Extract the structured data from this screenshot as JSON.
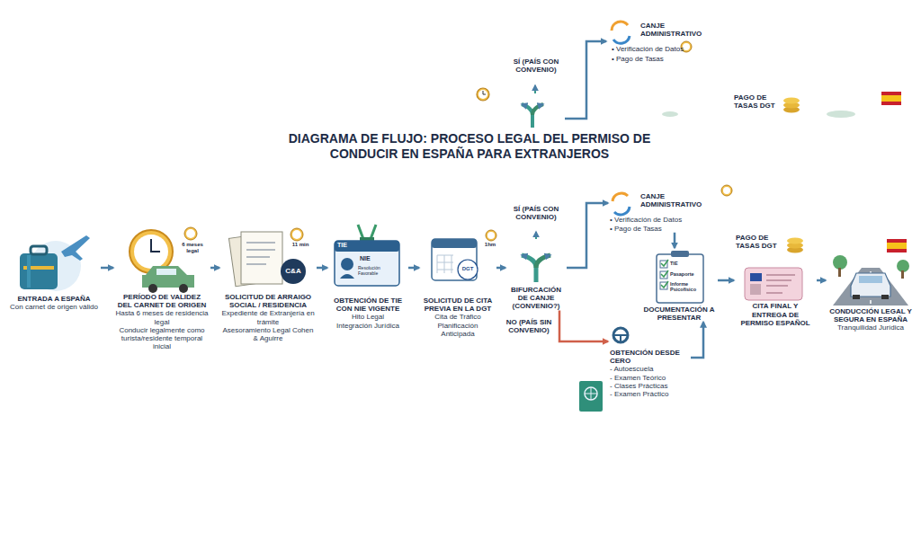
{
  "diagram": {
    "title": "DIAGRAMA DE FLUJO: PROCESO LEGAL DEL PERMISO DE CONDUCIR EN ESPAÑA PARA EXTRANJEROS",
    "nodes": [
      {
        "text": [
          "ENTRADA A ESPAÑA",
          "Con carnet de origen válido"
        ]
      },
      {
        "text": [
          "PERÍODO DE VALIDEZ DEL CARNET DE ORIGEN",
          "Hasta 6 meses de residencia legal",
          "Conducir legalmente como turista/residente temporal inicial"
        ]
      },
      {
        "text": [
          "SOLICITUD DE ARRAIGO SOCIAL / RESIDENCIA",
          "Expediente de Extranjería en trámite",
          "Asesoramiento Legal Cohen & Aguirre"
        ]
      },
      {
        "text": [
          "OBTENCIÓN DE TIE CON NIE VIGENTE",
          "Hito Legal",
          "Integración Jurídica"
        ]
      },
      {
        "text": [
          "SOLICITUD DE CITA PREVIA EN LA DGT",
          "Cita de Tráfico",
          "Planificación Anticipada"
        ]
      },
      {
        "text": [
          "BIFURCACIÓN DE CANJE (CONVENIO?)"
        ]
      },
      {
        "text": [
          "CANJE ADMINISTRATIVO",
          "• Verificación de Datos",
          "• Pago de Tasas"
        ]
      },
      {
        "text": [
          "OBTENCIÓN DESDE CERO",
          "- Autoescuela",
          "- Examen Teórico",
          "- Clases Prácticas",
          "- Examen Práctico"
        ]
      },
      {
        "text": [
          "DOCUMENTACIÓN A PRESENTAR"
        ]
      },
      {
        "text": [
          "PAGO DE TASAS DGT",
          "CITA FINAL Y ENTREGA DE PERMISO ESPAÑOL"
        ]
      },
      {
        "text": [
          "CONDUCCIÓN LEGAL Y SEGURA EN ESPAÑA",
          "Tranquilidad Jurídica"
        ]
      }
    ],
    "edges": [
      {
        "from": 0,
        "to": 1,
        "arrow": "to"
      },
      {
        "from": 1,
        "to": 2,
        "arrow": "to"
      },
      {
        "from": 2,
        "to": 3,
        "arrow": "to"
      },
      {
        "from": 3,
        "to": 4,
        "arrow": "to"
      },
      {
        "from": 4,
        "to": 5,
        "arrow": "to"
      },
      {
        "from": 5,
        "to": 6,
        "label": "SÍ (PAÍS CON CONVENIO)",
        "arrow": "to"
      },
      {
        "from": 5,
        "to": 7,
        "label": "NO (PAÍS SIN CONVENIO)",
        "arrow": "to"
      },
      {
        "from": 6,
        "to": 8,
        "arrow": "to"
      },
      {
        "from": 7,
        "to": 8,
        "arrow": "to"
      },
      {
        "from": 8,
        "to": 9,
        "arrow": "to"
      },
      {
        "from": 9,
        "to": 10,
        "arrow": "to"
      }
    ],
    "labels": [
      "SÍ (PAÍS CON CONVENIO)",
      "CANJE ADMINISTRATIVO",
      "• Verificación de Datos",
      "• Pago de Tasas",
      "PAGO DE TASAS DGT",
      "6 meses legal",
      "11 min",
      "C&A",
      "TIE",
      "NIE",
      "Resolución Favorable",
      "1hm",
      "DGT",
      "TIE",
      "Pasaporte",
      "Informe Psicofísico"
    ]
  }
}
